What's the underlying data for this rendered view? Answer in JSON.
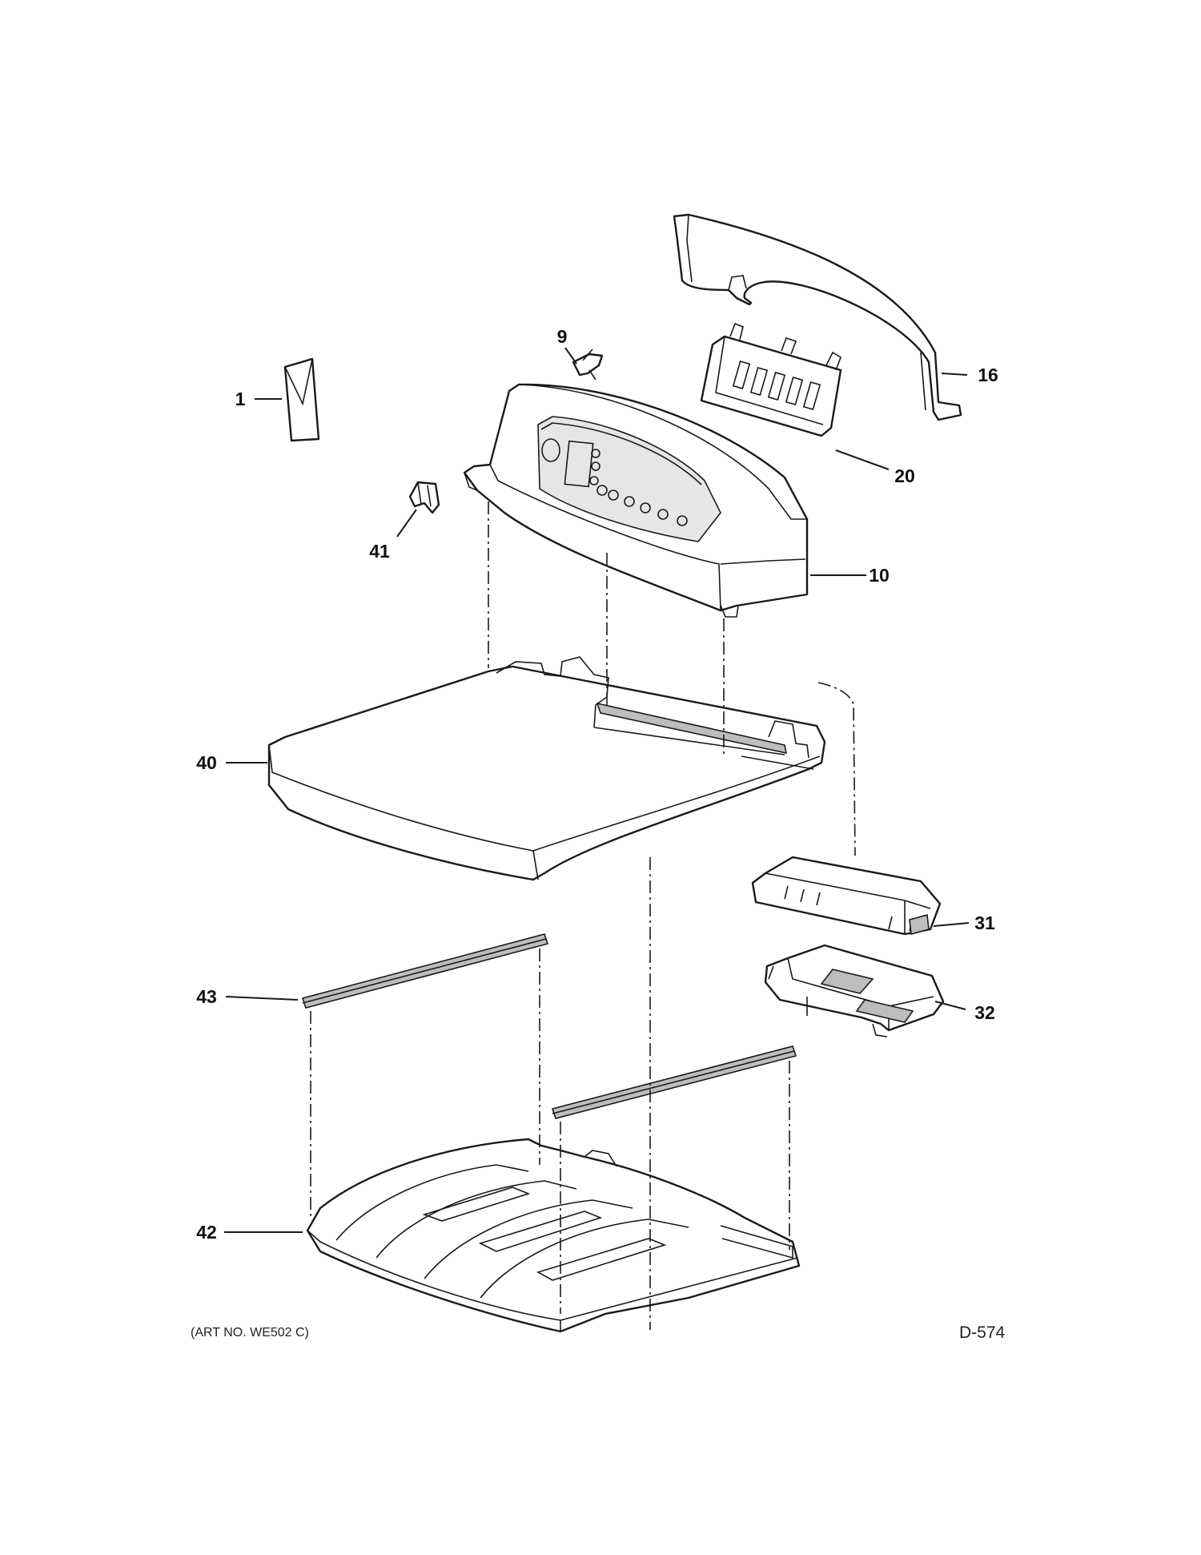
{
  "callouts": {
    "c1": "1",
    "c9": "9",
    "c16": "16",
    "c20": "20",
    "c41": "41",
    "c10": "10",
    "c40": "40",
    "c31": "31",
    "c32": "32",
    "c43": "43",
    "c42": "42"
  },
  "footer": {
    "art_no": "(ART NO. WE502 C)",
    "drawing_code": "D-574"
  },
  "colors": {
    "line": "#1a1a1a",
    "background": "#ffffff"
  }
}
